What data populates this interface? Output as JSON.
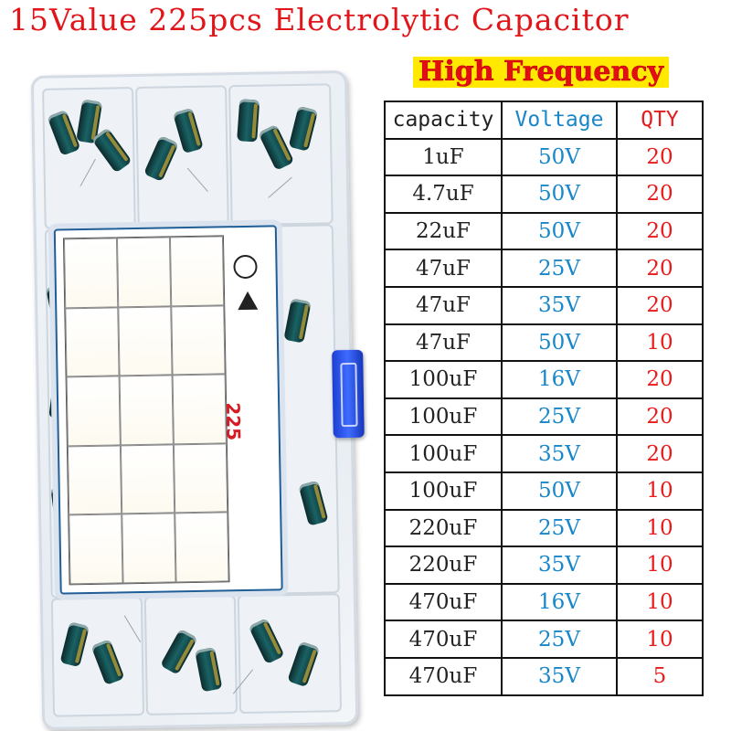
{
  "title": "15Value 225pcs Electrolytic Capacitor",
  "subtitle": "High Frequency",
  "table": {
    "headers": {
      "capacity": "capacity",
      "voltage": "Voltage",
      "qty": "QTY"
    },
    "rows": [
      {
        "capacity": "1uF",
        "voltage": "50V",
        "qty": "20"
      },
      {
        "capacity": "4.7uF",
        "voltage": "50V",
        "qty": "20"
      },
      {
        "capacity": "22uF",
        "voltage": "50V",
        "qty": "20"
      },
      {
        "capacity": "47uF",
        "voltage": "25V",
        "qty": "20"
      },
      {
        "capacity": "47uF",
        "voltage": "35V",
        "qty": "20"
      },
      {
        "capacity": "47uF",
        "voltage": "50V",
        "qty": "10"
      },
      {
        "capacity": "100uF",
        "voltage": "16V",
        "qty": "20"
      },
      {
        "capacity": "100uF",
        "voltage": "25V",
        "qty": "20"
      },
      {
        "capacity": "100uF",
        "voltage": "35V",
        "qty": "20"
      },
      {
        "capacity": "100uF",
        "voltage": "50V",
        "qty": "10"
      },
      {
        "capacity": "220uF",
        "voltage": "25V",
        "qty": "10"
      },
      {
        "capacity": "220uF",
        "voltage": "35V",
        "qty": "10"
      },
      {
        "capacity": "470uF",
        "voltage": "16V",
        "qty": "10"
      },
      {
        "capacity": "470uF",
        "voltage": "25V",
        "qty": "10"
      },
      {
        "capacity": "470uF",
        "voltage": "35V",
        "qty": "5"
      }
    ]
  },
  "box_label": {
    "pieces": "225"
  },
  "colors": {
    "title": "#e0161b",
    "subtitle_bg": "#ffe900",
    "voltage": "#1787c9",
    "qty": "#ea1b1b",
    "latch": "#2a4fe8",
    "capacitor": "#1a6264"
  },
  "icons": [
    "capacitor-icon",
    "recycle-icon",
    "warning-icon"
  ]
}
